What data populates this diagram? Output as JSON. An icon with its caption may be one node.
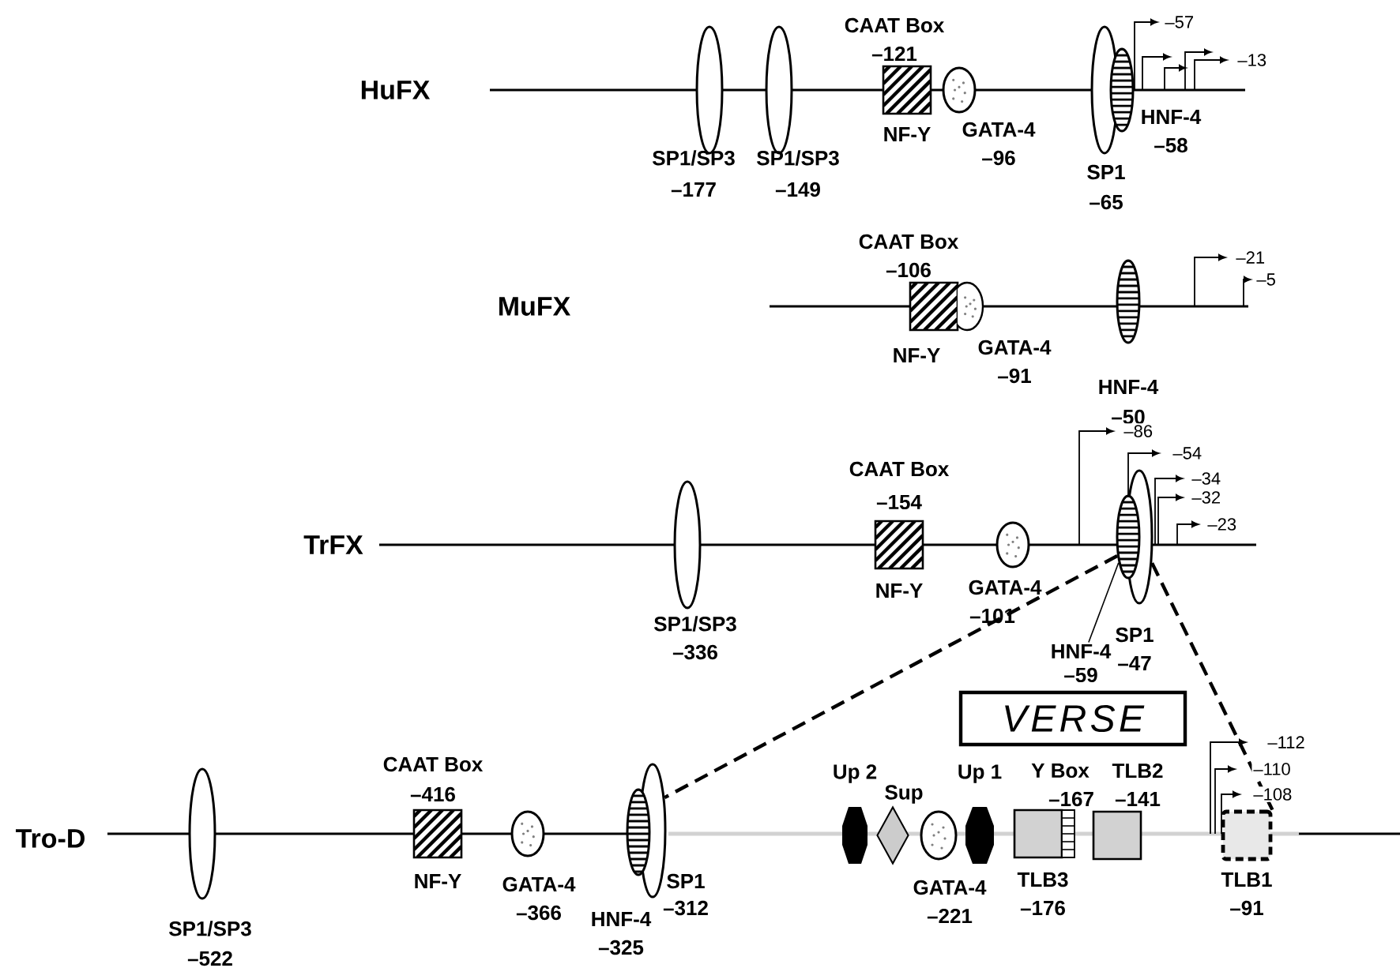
{
  "diagram": {
    "nodes": [
      {
        "text": [
          "SP1/SP3",
          "–177"
        ]
      },
      {
        "text": [
          "SP1/SP3",
          "–149"
        ]
      },
      {
        "text": [
          "CAAT Box",
          "–121",
          "NF-Y"
        ]
      },
      {
        "text": [
          "GATA-4",
          "–96"
        ]
      },
      {
        "text": [
          "SP1",
          "–65"
        ]
      },
      {
        "text": [
          "HNF-4",
          "–58"
        ]
      },
      {
        "text": [
          "CAAT Box",
          "–106",
          "NF-Y"
        ]
      },
      {
        "text": [
          "GATA-4",
          "–91"
        ]
      },
      {
        "text": [
          "HNF-4",
          "–50"
        ]
      },
      {
        "text": [
          "SP1/SP3",
          "–336"
        ]
      },
      {
        "text": [
          "CAAT Box",
          "–154",
          "NF-Y"
        ]
      },
      {
        "text": [
          "GATA-4",
          "–101"
        ]
      },
      {
        "text": [],
        "shape": "ellipse"
      },
      {
        "text": [
          "SP1",
          "–47"
        ]
      },
      {
        "text": [
          "HNF-4",
          "–59"
        ]
      },
      {
        "text": [
          "SP1/SP3",
          "–522"
        ]
      },
      {
        "text": [
          "CAAT Box",
          "–416",
          "NF-Y"
        ]
      },
      {
        "text": [
          "GATA-4",
          "–366"
        ]
      },
      {
        "text": [
          "HNF-4",
          "–325"
        ]
      },
      {
        "text": [
          "SP1",
          "–312"
        ]
      },
      {
        "text": [
          "VERSE"
        ]
      },
      {
        "text": [
          "Up 2"
        ]
      },
      {
        "text": [
          "Sup"
        ]
      },
      {
        "text": [
          "GATA-4",
          "–221"
        ]
      },
      {
        "text": [
          "Up 1"
        ]
      },
      {
        "text": [
          "TLB3",
          "–176"
        ]
      },
      {
        "text": [
          "Y Box",
          "–167"
        ]
      },
      {
        "text": [
          "TLB2",
          "–141"
        ]
      },
      {
        "text": [
          "TLB1",
          "–91"
        ]
      }
    ],
    "edges": [
      {
        "from": 12,
        "to": 19,
        "arrow": "none",
        "style": "dashed"
      },
      {
        "from": 13,
        "to": 28,
        "arrow": "none",
        "style": "dashed"
      },
      {
        "from": 14,
        "to": 12,
        "arrow": "none"
      }
    ],
    "labels": [
      "HuFX",
      "–57",
      "–13",
      "MuFX",
      "–21",
      "–5",
      "TrFX",
      "–86",
      "–54",
      "–34",
      "–32",
      "–23",
      "–112",
      "–110",
      "–108",
      "Tro-D"
    ]
  }
}
